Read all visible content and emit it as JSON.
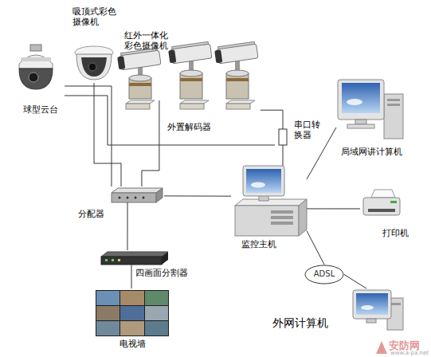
{
  "diagram": {
    "nodes": [
      {
        "text": [
          "球型云台"
        ]
      },
      {
        "text": [
          "吸顶式彩色摄像机"
        ]
      },
      {
        "text": [
          "红外一体化彩色摄像机"
        ]
      },
      {
        "text": [
          "外置解码器"
        ]
      },
      {
        "text": [
          "串口转换器"
        ]
      },
      {
        "text": [
          "局域网讲计算机"
        ]
      },
      {
        "text": [
          "分配器"
        ]
      },
      {
        "text": [
          "监控主机"
        ]
      },
      {
        "text": [
          "打印机"
        ]
      },
      {
        "text": [
          "四画面分割器"
        ]
      },
      {
        "text": [
          "电视墙"
        ]
      },
      {
        "text": [
          "ADSL"
        ]
      },
      {
        "text": [
          "外网计算机"
        ]
      }
    ],
    "edges": [
      {
        "from": 0,
        "to": 6,
        "arrow": "none"
      },
      {
        "from": 0,
        "to": 4,
        "arrow": "none"
      },
      {
        "from": 1,
        "to": 6,
        "arrow": "none"
      },
      {
        "from": 2,
        "to": 6,
        "arrow": "none"
      },
      {
        "from": 3,
        "to": 4,
        "arrow": "none"
      },
      {
        "from": 4,
        "to": 7,
        "arrow": "none"
      },
      {
        "from": 6,
        "to": 7,
        "arrow": "none"
      },
      {
        "from": 6,
        "to": 9,
        "arrow": "none"
      },
      {
        "from": 9,
        "to": 10,
        "arrow": "none"
      },
      {
        "from": 7,
        "to": 5,
        "arrow": "none"
      },
      {
        "from": 7,
        "to": 8,
        "arrow": "none"
      },
      {
        "from": 7,
        "to": 11,
        "arrow": "none"
      },
      {
        "from": 11,
        "to": 12,
        "arrow": "none"
      }
    ],
    "labels": [
      "安防网",
      "www.a-pa.net"
    ]
  }
}
